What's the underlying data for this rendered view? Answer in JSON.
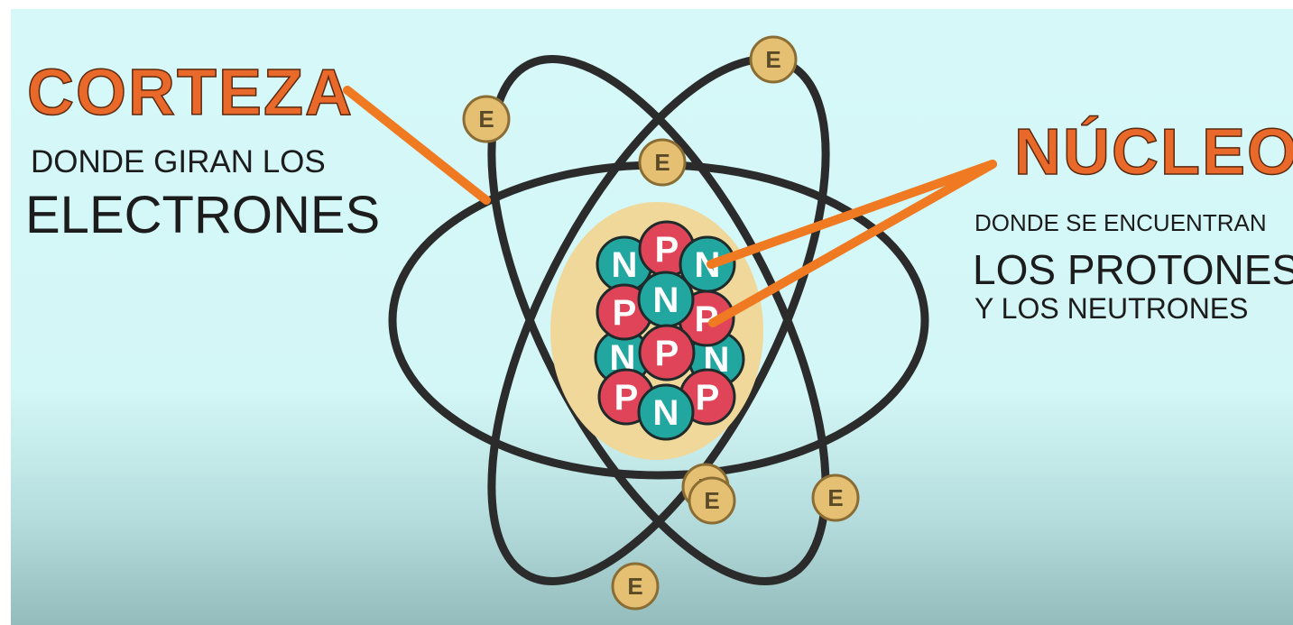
{
  "corteza": {
    "title": "CORTEZA",
    "line1": "DONDE GIRAN LOS",
    "line2": "ELECTRONES"
  },
  "nucleo": {
    "title": "NÚCLEO",
    "line1": "DONDE SE ENCUENTRAN",
    "line2": "LOS PROTONES",
    "line3": "Y LOS NEUTRONES"
  },
  "symbols": {
    "electron": "E",
    "proton": "P",
    "neutron": "N"
  },
  "nucleons": [
    "N",
    "P",
    "N",
    "P",
    "N",
    "P",
    "N",
    "P",
    "N",
    "P",
    "N",
    "P"
  ],
  "electron_count": 7,
  "colors": {
    "title_orange": "#e8692a",
    "pointer_orange": "#f07a22",
    "proton_red": "#e04458",
    "neutron_teal": "#22a7a0",
    "electron_gold": "#e5bf72",
    "nucleus_halo": "#efd89a",
    "orbit_dark": "#2b2b2b"
  }
}
